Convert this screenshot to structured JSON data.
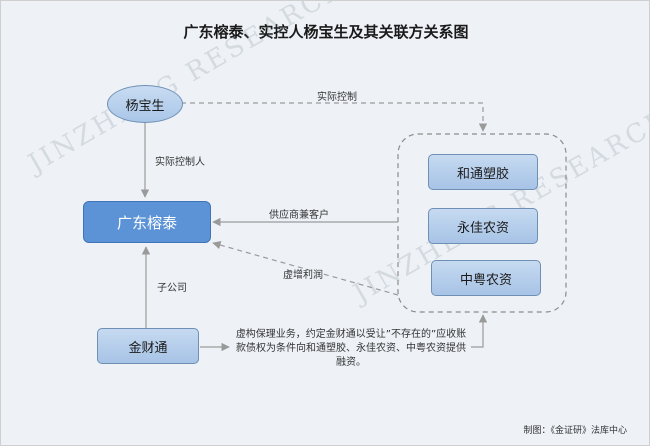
{
  "title": "广东榕泰、实控人杨宝生及其关联方关系图",
  "nodes": {
    "yang": "杨宝生",
    "rongtai": "广东榕泰",
    "jincaitong": "金财通",
    "hetong": "和通塑胶",
    "yongjia": "永佳农资",
    "zhongyue": "中粤农资"
  },
  "edges": {
    "actual_control": "实际控制",
    "actual_controller": "实际控制人",
    "supplier_customer": "供应商兼客户",
    "fake_profit": "虚增利润",
    "subsidiary": "子公司",
    "factoring": "虚构保理业务，约定金财通以受让”不存在的”应收账款债权为条件向和通塑胶、永佳农资、中粤农资提供融资。"
  },
  "watermark": "JINZHENG RESEARCH",
  "footer": "制图：《金证研》法库中心"
}
